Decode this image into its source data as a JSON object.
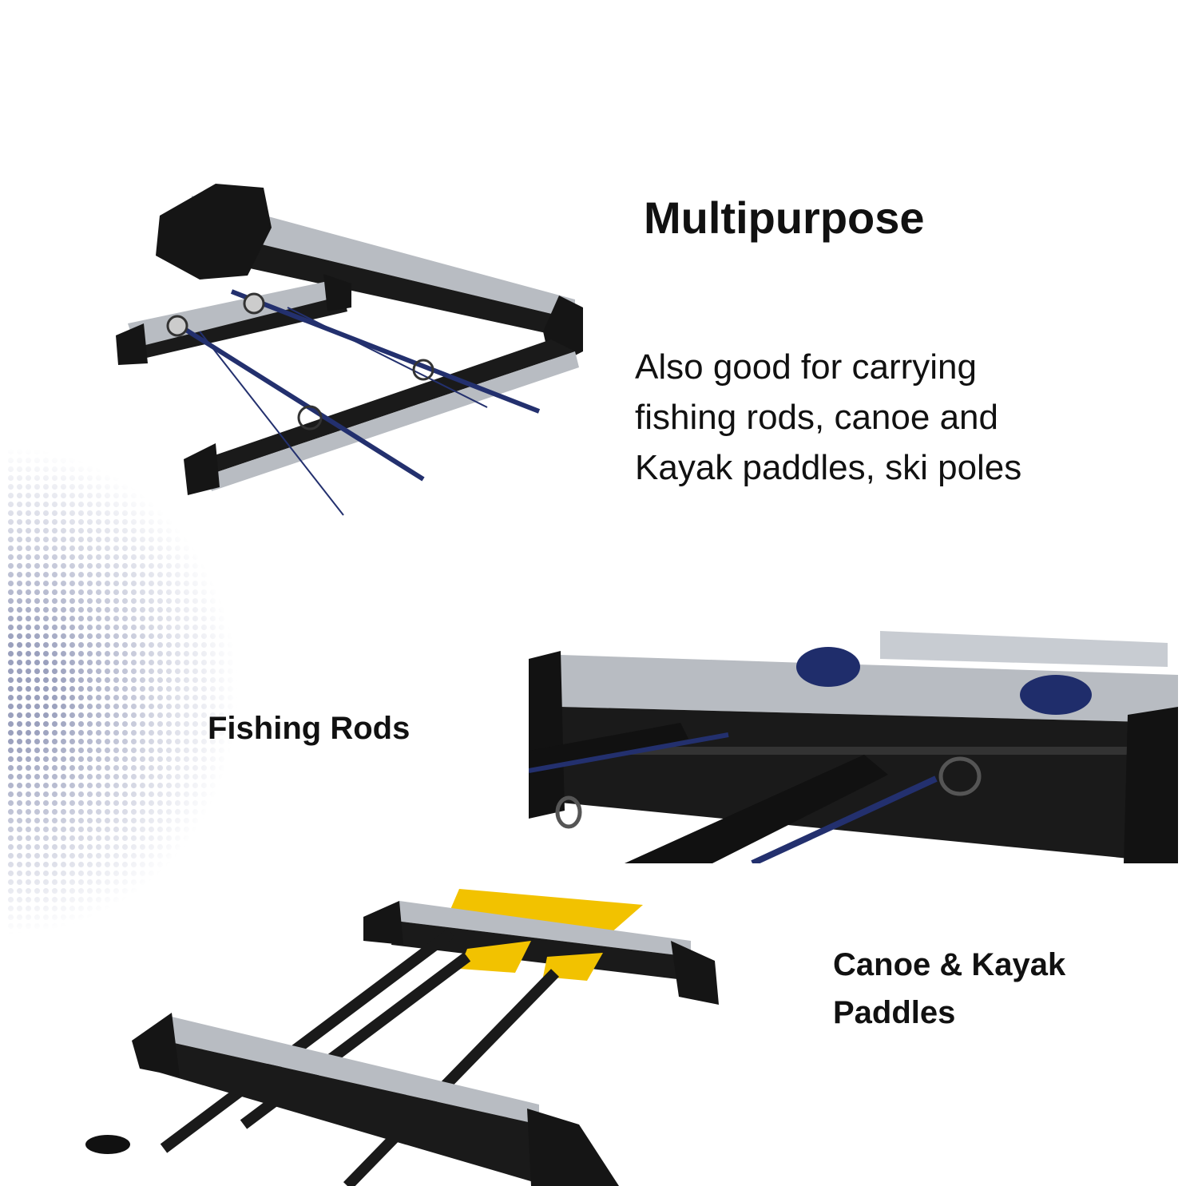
{
  "heading": "Multipurpose",
  "description": "Also good for carrying fishing rods, canoe and Kayak paddles, ski poles",
  "sections": [
    {
      "label": "Fishing Rods"
    },
    {
      "label_line1": "Canoe & Kayak",
      "label_line2": "Paddles"
    }
  ],
  "colors": {
    "text": "#111111",
    "dots": "#9aa0bd",
    "rack_black": "#1a1a1a",
    "rack_silver": "#b8bcc2",
    "rod_blue": "#23306e",
    "paddle_yellow": "#f2c200"
  }
}
